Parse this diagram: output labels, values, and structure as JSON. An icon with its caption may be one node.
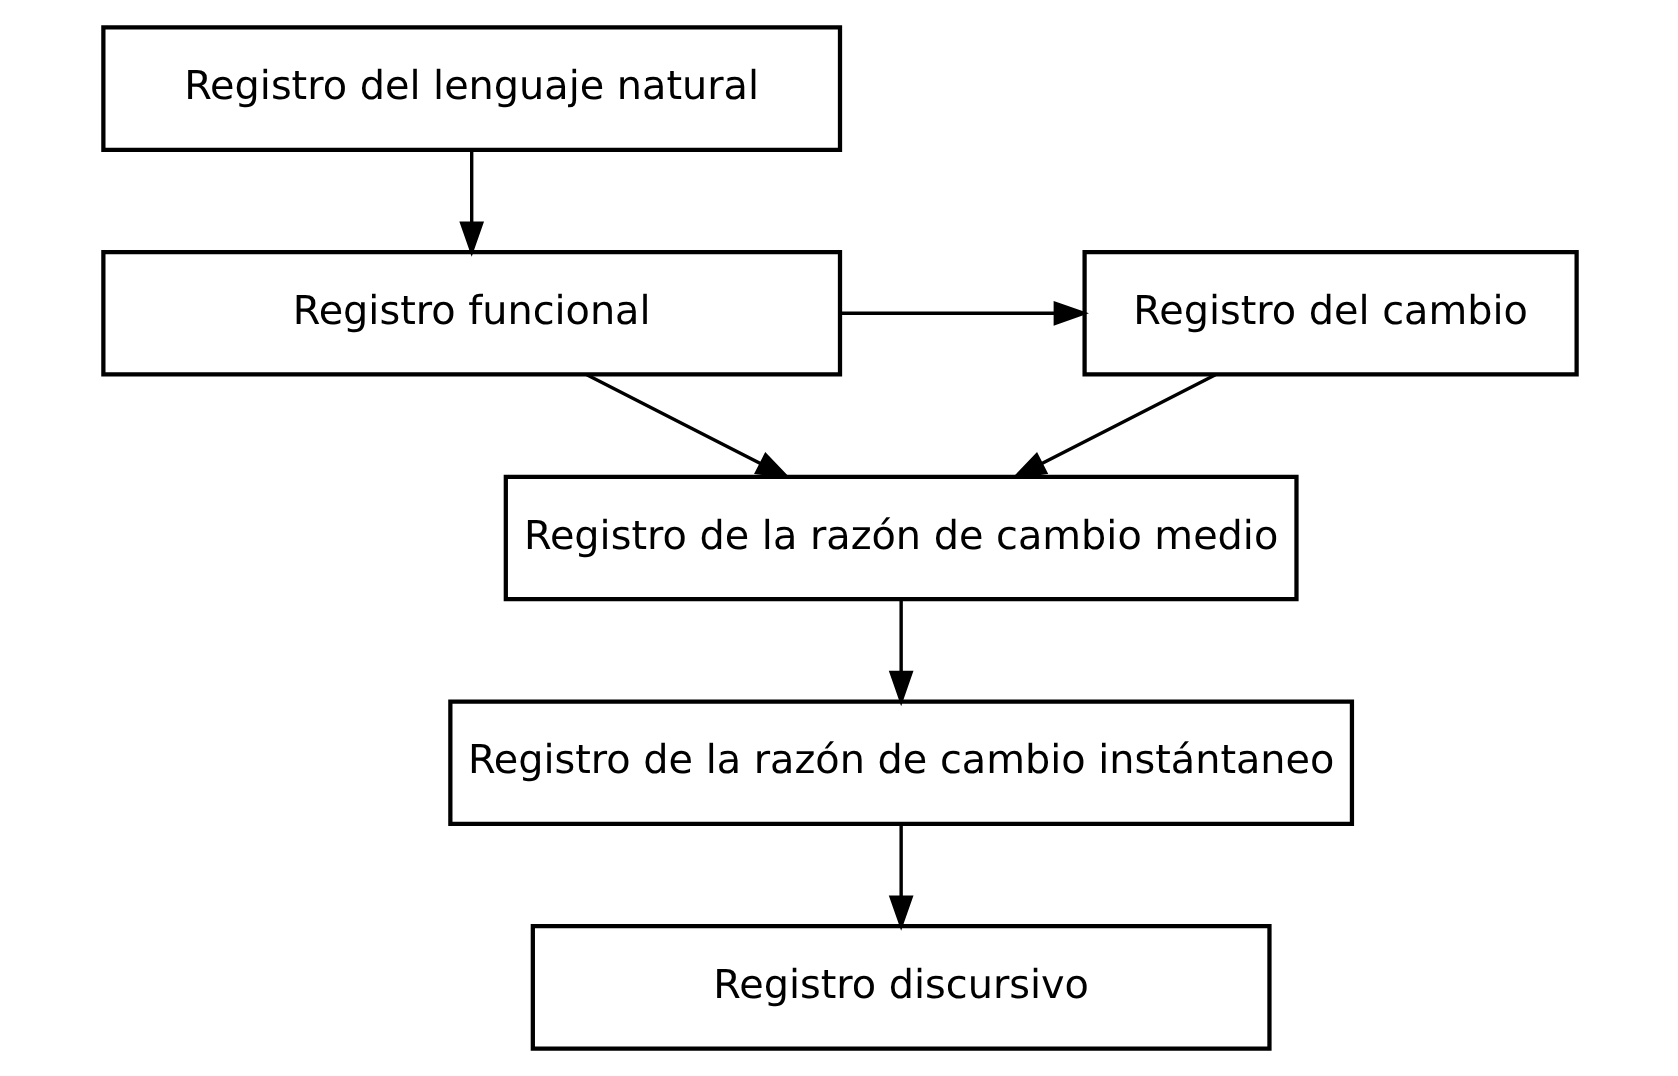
{
  "diagram": {
    "nodes": [
      {
        "text": [
          "Registro del lenguaje natural"
        ]
      },
      {
        "text": [
          "Registro funcional"
        ]
      },
      {
        "text": [
          "Registro del cambio"
        ]
      },
      {
        "text": [
          "Registro de la razón de cambio medio"
        ]
      },
      {
        "text": [
          "Registro de la razón de cambio instántaneo"
        ]
      },
      {
        "text": [
          "Registro discursivo"
        ]
      }
    ],
    "edges": [
      {
        "from": 0,
        "to": 1,
        "arrow": "to"
      },
      {
        "from": 1,
        "to": 2,
        "arrow": "to"
      },
      {
        "from": 1,
        "to": 3,
        "arrow": "to"
      },
      {
        "from": 2,
        "to": 3,
        "arrow": "to"
      },
      {
        "from": 3,
        "to": 4,
        "arrow": "to"
      },
      {
        "from": 4,
        "to": 5,
        "arrow": "to"
      }
    ]
  }
}
